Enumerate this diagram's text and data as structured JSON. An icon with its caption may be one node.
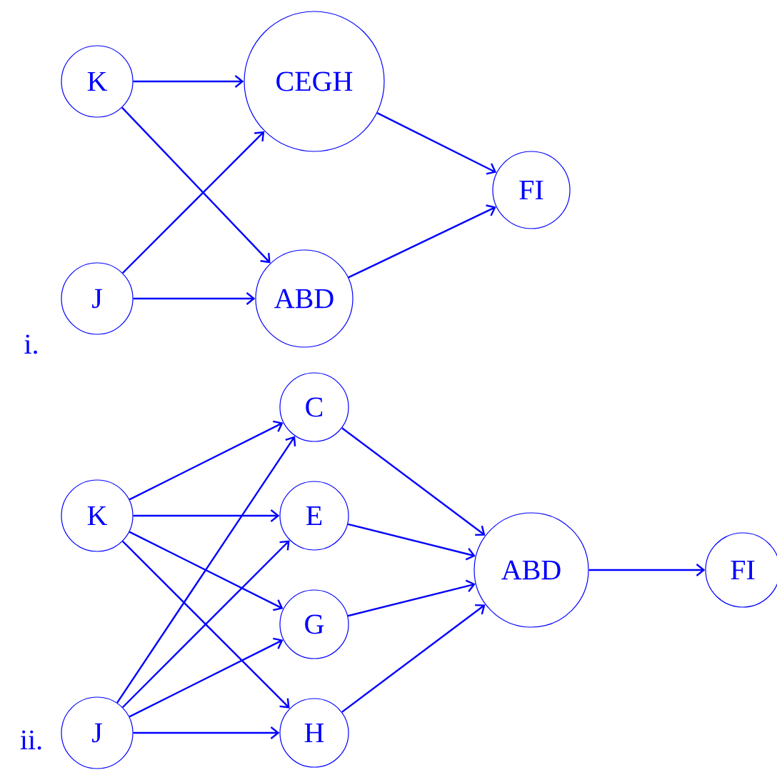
{
  "diagram": {
    "nodes": [
      {
        "text": [
          "K"
        ]
      },
      {
        "text": [
          "CEGH"
        ]
      },
      {
        "text": [
          "FI"
        ]
      },
      {
        "text": [
          "J"
        ]
      },
      {
        "text": [
          "ABD"
        ]
      },
      {
        "text": [
          "C"
        ]
      },
      {
        "text": [
          "K"
        ]
      },
      {
        "text": [
          "E"
        ]
      },
      {
        "text": [
          "ABD"
        ]
      },
      {
        "text": [
          "FI"
        ]
      },
      {
        "text": [
          "G"
        ]
      },
      {
        "text": [
          "J"
        ]
      },
      {
        "text": [
          "H"
        ]
      }
    ],
    "edges": [
      {
        "from": 0,
        "to": 1,
        "arrow": "to"
      },
      {
        "from": 0,
        "to": 4,
        "arrow": "to"
      },
      {
        "from": 3,
        "to": 1,
        "arrow": "to"
      },
      {
        "from": 3,
        "to": 4,
        "arrow": "to"
      },
      {
        "from": 1,
        "to": 2,
        "arrow": "to"
      },
      {
        "from": 4,
        "to": 2,
        "arrow": "to"
      },
      {
        "from": 6,
        "to": 5,
        "arrow": "to"
      },
      {
        "from": 6,
        "to": 7,
        "arrow": "to"
      },
      {
        "from": 6,
        "to": 10,
        "arrow": "to"
      },
      {
        "from": 6,
        "to": 12,
        "arrow": "to"
      },
      {
        "from": 11,
        "to": 5,
        "arrow": "to"
      },
      {
        "from": 11,
        "to": 7,
        "arrow": "to"
      },
      {
        "from": 11,
        "to": 10,
        "arrow": "to"
      },
      {
        "from": 11,
        "to": 12,
        "arrow": "to"
      },
      {
        "from": 5,
        "to": 8,
        "arrow": "to"
      },
      {
        "from": 7,
        "to": 8,
        "arrow": "to"
      },
      {
        "from": 10,
        "to": 8,
        "arrow": "to"
      },
      {
        "from": 12,
        "to": 8,
        "arrow": "to"
      },
      {
        "from": 8,
        "to": 9,
        "arrow": "to"
      }
    ],
    "labels": [
      "i.",
      "ii."
    ]
  }
}
